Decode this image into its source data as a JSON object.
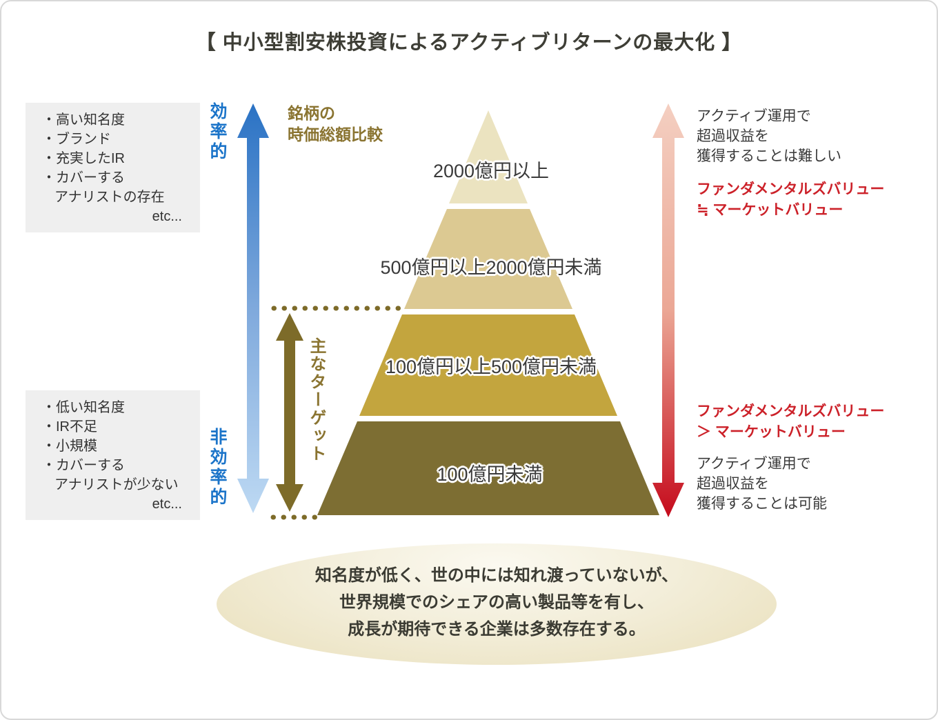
{
  "title": "【 中小型割安株投資によるアクティブリターンの最大化 】",
  "colors": {
    "blue_strong": "#2a72c4",
    "blue_mid": "#7fa9dc",
    "blue_light": "#bdd9f3",
    "blue_text": "#1b74c9",
    "gold_arrow": "#7d6b29",
    "gold_text": "#8a7431",
    "red_light": "#f4cfc1",
    "red_mid": "#eba795",
    "red_strong": "#c50b1c",
    "red_text": "#cc2129",
    "box_bg": "#efefef"
  },
  "left_top_box": {
    "lines": [
      "・高い知名度",
      "・ブランド",
      "・充実したIR",
      "・カバーする",
      "アナリストの存在",
      "etc..."
    ]
  },
  "left_bottom_box": {
    "lines": [
      "・低い知名度",
      "・IR不足",
      "・小規模",
      "・カバーする",
      "アナリストが少ない",
      "etc..."
    ]
  },
  "efficiency_axis": {
    "top_label": "効率的",
    "bottom_label": "非効率的"
  },
  "pyramid": {
    "heading_line1": "銘柄の",
    "heading_line2": "時価総額比較",
    "tiers": [
      {
        "label": "2000億円以上",
        "color": "#ebe3c0"
      },
      {
        "label": "500億円以上2000億円未満",
        "color": "#dcc992"
      },
      {
        "label": "100億円以上500億円未満",
        "color": "#c3a53e"
      },
      {
        "label": "100億円未満",
        "color": "#7d6e33"
      }
    ]
  },
  "target_marker": {
    "label": "主なターゲット"
  },
  "right_notes": {
    "top_black": [
      "アクティブ運用で",
      "超過収益を",
      "獲得することは難しい"
    ],
    "top_red": [
      "ファンダメンタルズバリュー",
      "≒ マーケットバリュー"
    ],
    "bottom_red": [
      "ファンダメンタルズバリュー",
      "＞ マーケットバリュー"
    ],
    "bottom_black": [
      "アクティブ運用で",
      "超過収益を",
      "獲得することは可能"
    ]
  },
  "summary_ellipse": {
    "lines": [
      "知名度が低く、世の中には知れ渡っていないが、",
      "世界規模でのシェアの高い製品等を有し、",
      "成長が期待できる企業は多数存在する。"
    ]
  }
}
